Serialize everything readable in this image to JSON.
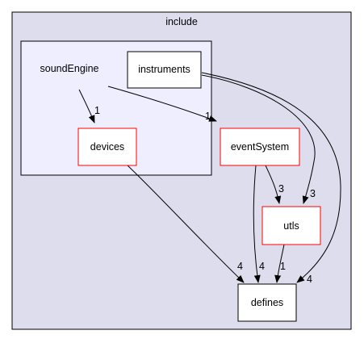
{
  "diagram": {
    "clusters": {
      "include": {
        "label": "include"
      },
      "soundEngine": {
        "label": "soundEngine"
      }
    },
    "nodes": {
      "instruments": {
        "label": "instruments"
      },
      "devices": {
        "label": "devices"
      },
      "eventSystem": {
        "label": "eventSystem"
      },
      "utls": {
        "label": "utls"
      },
      "defines": {
        "label": "defines"
      }
    },
    "edges": [
      {
        "from": "soundEngine",
        "to": "devices",
        "label": "1"
      },
      {
        "from": "soundEngine",
        "to": "eventSystem",
        "label": "1"
      },
      {
        "from": "instruments",
        "to": "utls",
        "label": "3"
      },
      {
        "from": "instruments",
        "to": "defines",
        "label": "4"
      },
      {
        "from": "devices",
        "to": "defines",
        "label": "4"
      },
      {
        "from": "eventSystem",
        "to": "utls",
        "label": "3"
      },
      {
        "from": "eventSystem",
        "to": "defines",
        "label": "4"
      },
      {
        "from": "utls",
        "to": "defines",
        "label": "1"
      }
    ],
    "colors": {
      "outer_cluster_fill": "#dddded",
      "inner_cluster_fill": "#eeeeff",
      "node_fill": "#ffffff",
      "node_border_red": "#ff0000",
      "node_border_black": "#000000",
      "edge": "#000000"
    }
  }
}
